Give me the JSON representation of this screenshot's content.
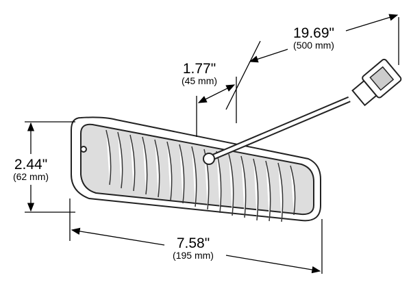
{
  "dimensions": {
    "cable_length": {
      "inches": "19.69\"",
      "mm": "(500 mm)"
    },
    "connector_offset": {
      "inches": "1.77\"",
      "mm": "(45 mm)"
    },
    "height": {
      "inches": "2.44\"",
      "mm": "(62 mm)"
    },
    "width": {
      "inches": "7.58\"",
      "mm": "(195 mm)"
    }
  }
}
